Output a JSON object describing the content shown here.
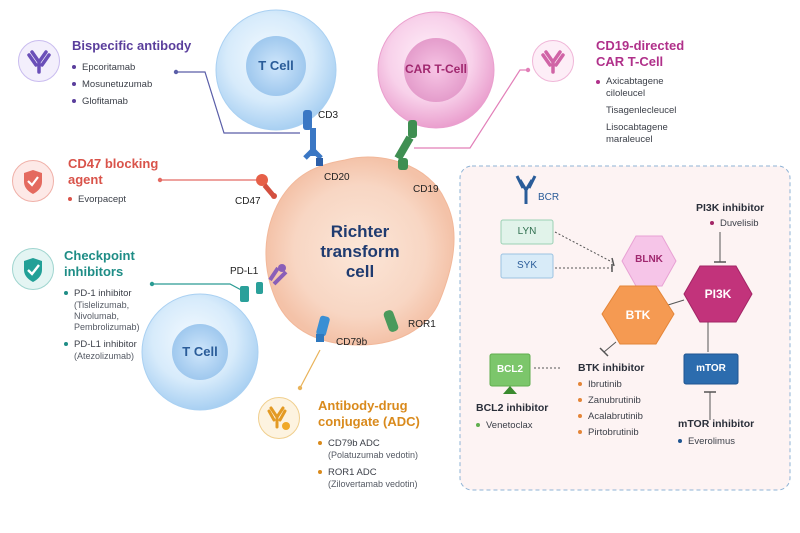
{
  "center_cell": {
    "line1": "Richter",
    "line2": "transform",
    "line3": "cell"
  },
  "cells": {
    "t_cell_top": "T Cell",
    "car_t_cell": "CAR T-Cell",
    "t_cell_bottom": "T Cell"
  },
  "receptors": {
    "cd3": "CD3",
    "cd20": "CD20",
    "cd19": "CD19",
    "cd47": "CD47",
    "pdl1": "PD-L1",
    "cd79b": "CD79b",
    "ror1": "ROR1"
  },
  "bispecific": {
    "title": "Bispecific antibody",
    "items": [
      "Epcoritamab",
      "Mosunetuzumab",
      "Glofitamab"
    ]
  },
  "car_t": {
    "title_line1": "CD19-directed",
    "title_line2": "CAR T-Cell",
    "items": [
      "Axicabtagene ciloleucel",
      "Tisagenlecleucel",
      "Lisocabtagene maraleucel"
    ]
  },
  "cd47_agent": {
    "title_line1": "CD47 blocking",
    "title_line2": "agent",
    "items": [
      "Evorpacept"
    ]
  },
  "checkpoint": {
    "title_line1": "Checkpoint",
    "title_line2": "inhibitors",
    "item1_line1": "PD-1 inhibitor",
    "item1_line2": "(Tislelizumab,",
    "item1_line3": "Nivolumab,",
    "item1_line4": "Pembrolizumab)",
    "item2_line1": "PD-L1 inhibitor",
    "item2_line2": "(Atezolizumab)"
  },
  "adc": {
    "title_line1": "Antibody-drug",
    "title_line2": "conjugate (ADC)",
    "item1_line1": "CD79b ADC",
    "item1_line2": "(Polatuzumab vedotin)",
    "item2_line1": "ROR1 ADC",
    "item2_line2": "(Zilovertamab vedotin)"
  },
  "pathway": {
    "bcr": "BCR",
    "lyn": "LYN",
    "syk": "SYK",
    "blnk": "BLNK",
    "btk": "BTK",
    "pi3k": "PI3K",
    "mtor": "mTOR",
    "bcl2": "BCL2",
    "pi3k_inhibitor": {
      "title": "PI3K inhibitor",
      "items": [
        "Duvelisib"
      ]
    },
    "btk_inhibitor": {
      "title": "BTK inhibitor",
      "items": [
        "Ibrutinib",
        "Zanubrutinib",
        "Acalabrutinib",
        "Pirtobrutinib"
      ]
    },
    "bcl2_inhibitor": {
      "title": "BCL2 inhibitor",
      "items": [
        "Venetoclax"
      ]
    },
    "mtor_inhibitor": {
      "title": "mTOR inhibitor",
      "items": [
        "Everolimus"
      ]
    }
  },
  "colors": {
    "bispecific": "#5a3e9c",
    "car_t": "#b0308a",
    "cd47": "#d9534a",
    "checkpoint": "#1f8d86",
    "adc": "#d98a1c",
    "blue_cell": "#2a5c99",
    "pathway_bg": "#fdf3f3"
  }
}
